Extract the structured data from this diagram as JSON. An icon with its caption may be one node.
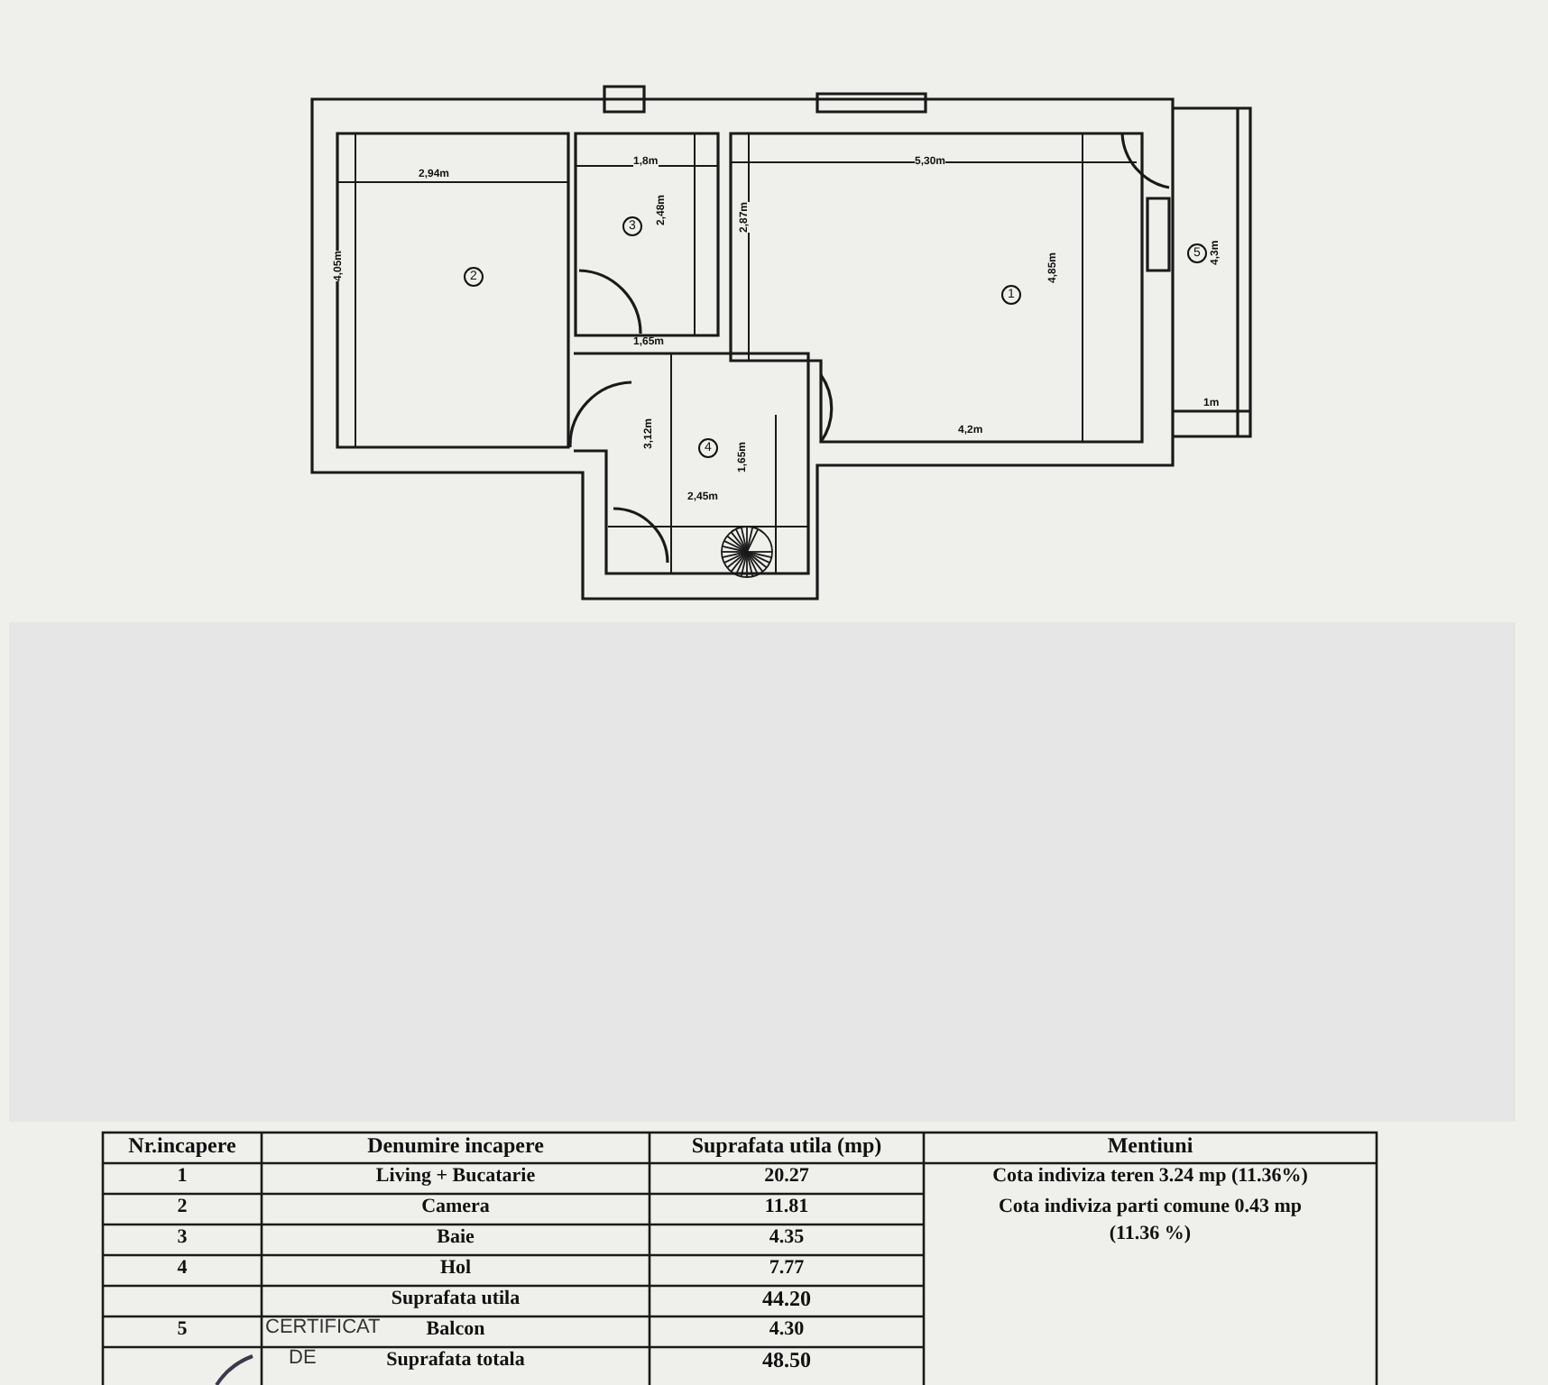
{
  "diagram": {
    "labels": [
      "1,8m",
      "2,94m",
      "5,30m",
      "3",
      "2,48m",
      "2,87m",
      "5",
      "4,3m",
      "2",
      "1",
      "4,05m",
      "4,85m",
      "1,65m",
      "1m",
      "4,2m",
      "4",
      "3,12m",
      "1,65m",
      "2,45m",
      "Nr.incapere",
      "Denumire incapere",
      "Suprafata utila (mp)",
      "Mentiuni",
      "1",
      "Living + Bucatarie",
      "20.27",
      "Cota indiviza teren 3.24 mp (11.36%)",
      "Cota indiviza parti comune 0.43 mp (11.36 %)",
      "2",
      "Camera",
      "11.81",
      "3",
      "Baie",
      "4.35",
      "4",
      "Hol",
      "7.77",
      "Suprafata utila",
      "44.20",
      "5",
      "Balcon",
      "4.30",
      "Suprafata totala",
      "48.50",
      "CERTIFICAT",
      "DE"
    ]
  }
}
